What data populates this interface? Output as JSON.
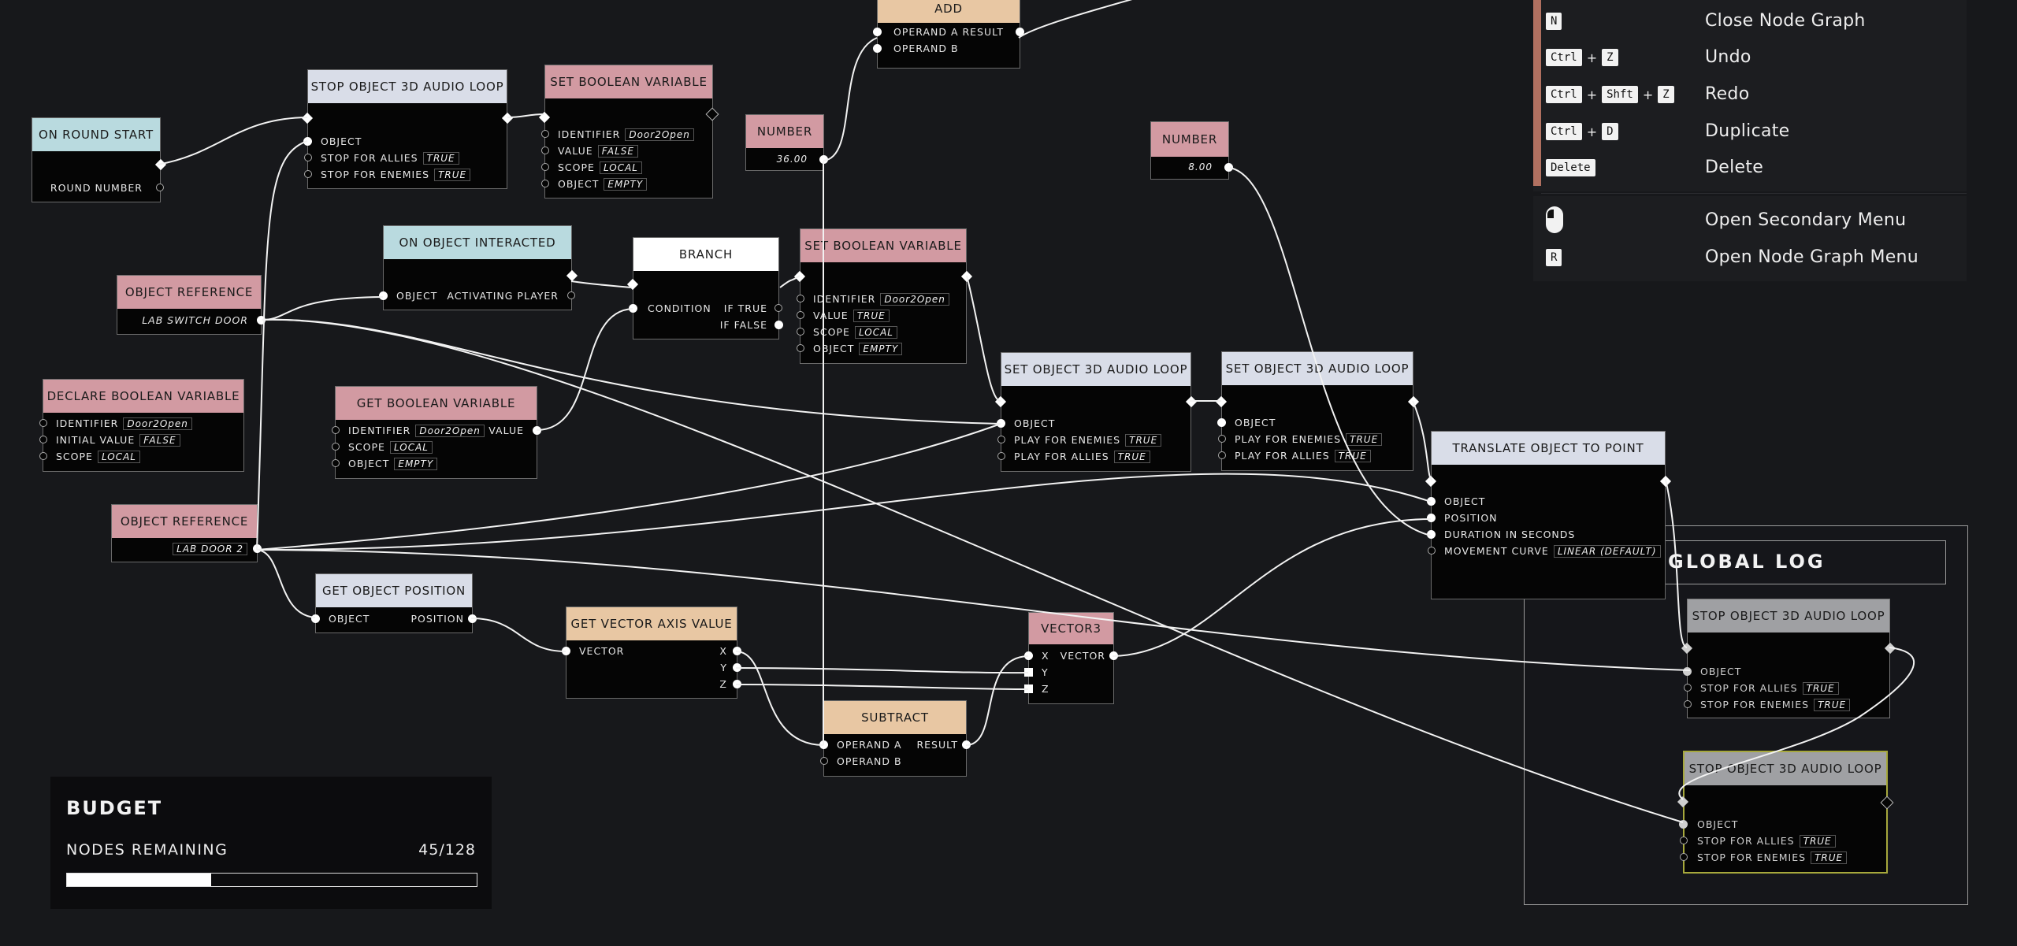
{
  "shortcuts": {
    "close_key": "N",
    "close_label": "Close Node Graph",
    "undo_keys": [
      "Ctrl",
      "Z"
    ],
    "undo_label": "Undo",
    "redo_keys": [
      "Ctrl",
      "Shft",
      "Z"
    ],
    "redo_label": "Redo",
    "duplicate_keys": [
      "Ctrl",
      "D"
    ],
    "duplicate_label": "Duplicate",
    "delete_key": "Delete",
    "delete_label": "Delete",
    "secondary_label": "Open Secondary Menu",
    "node_menu_key": "R",
    "node_menu_label": "Open Node Graph Menu"
  },
  "budget": {
    "title": "BUDGET",
    "label": "NODES REMAINING",
    "value": "45/128",
    "fraction": 0.352
  },
  "global_log": {
    "title": "GLOBAL LOG"
  },
  "nodes": {
    "add": {
      "title": "ADD",
      "a": "OPERAND A",
      "b": "OPERAND B",
      "out": "RESULT"
    },
    "round_start": {
      "title": "ON ROUND START",
      "out": "ROUND NUMBER"
    },
    "stop_audio_1": {
      "title": "STOP OBJECT 3D AUDIO LOOP",
      "p1": "OBJECT",
      "p2": "STOP FOR ALLIES",
      "v2": "TRUE",
      "p3": "STOP FOR ENEMIES",
      "v3": "TRUE"
    },
    "set_bool_1": {
      "title": "SET BOOLEAN VARIABLE",
      "p1": "IDENTIFIER",
      "v1": "Door2Open",
      "p2": "VALUE",
      "v2": "FALSE",
      "p3": "SCOPE",
      "v3": "LOCAL",
      "p4": "OBJECT",
      "v4": "EMPTY"
    },
    "number_1": {
      "title": "NUMBER",
      "value": "36.00"
    },
    "number_2": {
      "title": "NUMBER",
      "value": "8.00"
    },
    "interacted": {
      "title": "ON OBJECT INTERACTED",
      "p1": "OBJECT",
      "p2": "ACTIVATING PLAYER"
    },
    "branch": {
      "title": "BRANCH",
      "in": "CONDITION",
      "t": "IF TRUE",
      "f": "IF FALSE"
    },
    "set_bool_2": {
      "title": "SET BOOLEAN VARIABLE",
      "p1": "IDENTIFIER",
      "v1": "Door2Open",
      "p2": "VALUE",
      "v2": "TRUE",
      "p3": "SCOPE",
      "v3": "LOCAL",
      "p4": "OBJECT",
      "v4": "EMPTY"
    },
    "obj_ref_1": {
      "title": "OBJECT REFERENCE",
      "value": "LAB SWITCH DOOR"
    },
    "obj_ref_2": {
      "title": "OBJECT REFERENCE",
      "value": "LAB DOOR 2"
    },
    "declare_bool": {
      "title": "DECLARE BOOLEAN VARIABLE",
      "p1": "IDENTIFIER",
      "v1": "Door2Open",
      "p2": "INITIAL VALUE",
      "v2": "FALSE",
      "p3": "SCOPE",
      "v3": "LOCAL"
    },
    "get_bool": {
      "title": "GET BOOLEAN VARIABLE",
      "p1": "IDENTIFIER",
      "v1": "Door2Open",
      "p2": "SCOPE",
      "v2": "LOCAL",
      "p3": "OBJECT",
      "v3": "EMPTY",
      "out": "VALUE"
    },
    "set_audio_1": {
      "title": "SET OBJECT 3D AUDIO LOOP",
      "p1": "OBJECT",
      "p2": "PLAY FOR ENEMIES",
      "v2": "TRUE",
      "p3": "PLAY FOR ALLIES",
      "v3": "TRUE"
    },
    "set_audio_2": {
      "title": "SET OBJECT 3D AUDIO LOOP",
      "p1": "OBJECT",
      "p2": "PLAY FOR ENEMIES",
      "v2": "TRUE",
      "p3": "PLAY FOR ALLIES",
      "v3": "TRUE"
    },
    "translate": {
      "title": "TRANSLATE OBJECT TO POINT",
      "p1": "OBJECT",
      "p2": "POSITION",
      "p3": "DURATION IN SECONDS",
      "p4": "MOVEMENT CURVE",
      "v4": "LINEAR (DEFAULT)"
    },
    "get_pos": {
      "title": "GET OBJECT POSITION",
      "in": "OBJECT",
      "out": "POSITION"
    },
    "axis": {
      "title": "GET VECTOR AXIS VALUE",
      "in": "VECTOR",
      "x": "X",
      "y": "Y",
      "z": "Z"
    },
    "vector3": {
      "title": "VECTOR3",
      "x": "X",
      "y": "Y",
      "z": "Z",
      "out": "VECTOR"
    },
    "subtract": {
      "title": "SUBTRACT",
      "a": "OPERAND A",
      "b": "OPERAND B",
      "out": "RESULT"
    },
    "stop_audio_2": {
      "title": "STOP OBJECT 3D AUDIO LOOP",
      "p1": "OBJECT",
      "p2": "STOP FOR ALLIES",
      "v2": "TRUE",
      "p3": "STOP FOR ENEMIES",
      "v3": "TRUE"
    },
    "stop_audio_3": {
      "title": "STOP OBJECT 3D AUDIO LOOP",
      "p1": "OBJECT",
      "p2": "STOP FOR ALLIES",
      "v2": "TRUE",
      "p3": "STOP FOR ENEMIES",
      "v3": "TRUE"
    }
  },
  "colors": {
    "background": "#17181b",
    "event_header": "#b9dadf",
    "object_header": "#d9dde8",
    "variable_header": "#d29aa2",
    "math_header": "#e8c7a3",
    "branch_header": "#ffffff",
    "disabled_header": "#9fa0a3",
    "selection": "#a6a83c",
    "panel_accent_1": "#b07060",
    "panel_accent_2": "#5a5a5a"
  }
}
